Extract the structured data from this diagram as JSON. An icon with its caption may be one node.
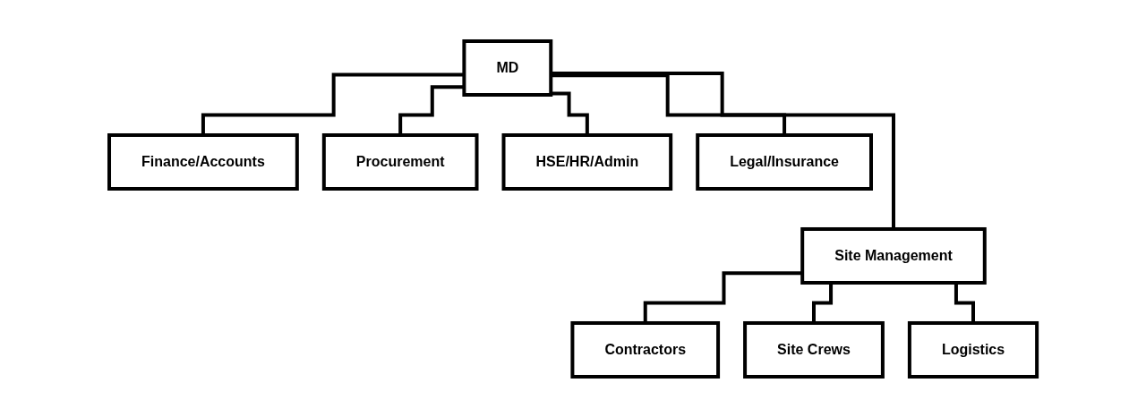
{
  "diagram": {
    "nodes": [
      {
        "text": [
          "MD"
        ]
      },
      {
        "text": [
          "Finance/Accounts"
        ]
      },
      {
        "text": [
          "Procurement"
        ]
      },
      {
        "text": [
          "HSE/HR/Admin"
        ]
      },
      {
        "text": [
          "Legal/Insurance"
        ]
      },
      {
        "text": [
          "Site Management"
        ]
      },
      {
        "text": [
          "Contractors"
        ]
      },
      {
        "text": [
          "Site Crews"
        ]
      },
      {
        "text": [
          "Logistics"
        ]
      }
    ],
    "edges": [
      {
        "from": 0,
        "to": 1,
        "arrow": "none"
      },
      {
        "from": 0,
        "to": 2,
        "arrow": "none"
      },
      {
        "from": 0,
        "to": 3,
        "arrow": "none"
      },
      {
        "from": 0,
        "to": 4,
        "arrow": "none"
      },
      {
        "from": 0,
        "to": 5,
        "arrow": "none"
      },
      {
        "from": 5,
        "to": 6,
        "arrow": "none"
      },
      {
        "from": 5,
        "to": 7,
        "arrow": "none"
      },
      {
        "from": 5,
        "to": 8,
        "arrow": "none"
      }
    ]
  }
}
